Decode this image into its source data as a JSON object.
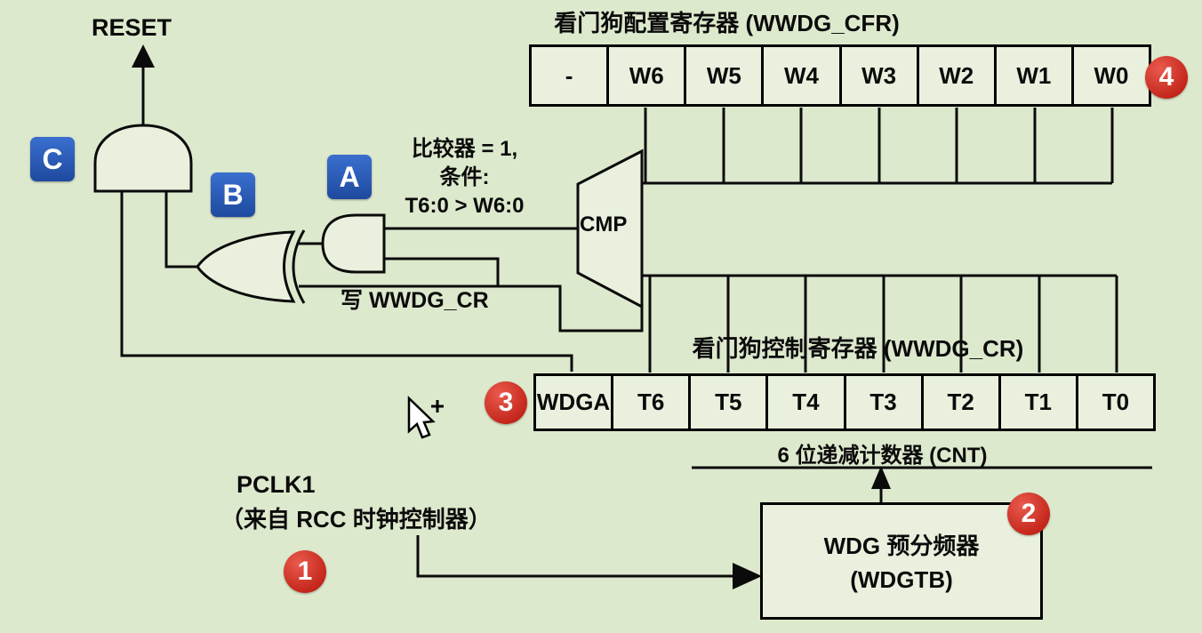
{
  "colors": {
    "background": "#dde9cd",
    "line": "#0b0b0b",
    "cell_fill": "#e9f1de",
    "blue_badge": "#2a57ae",
    "red_badge": "#c0190e",
    "badge_text": "#ffffff"
  },
  "reset_label": "RESET",
  "comparator_note": {
    "line1": "比较器 = 1,",
    "line2": "条件:",
    "line3": "T6:0 > W6:0"
  },
  "write_label": "写 WWDG_CR",
  "cmp_label": "CMP",
  "cfr": {
    "title": "看门狗配置寄存器 (WWDG_CFR)",
    "cells": [
      "-",
      "W6",
      "W5",
      "W4",
      "W3",
      "W2",
      "W1",
      "W0"
    ]
  },
  "cr": {
    "title": "看门狗控制寄存器 (WWDG_CR)",
    "cells": [
      "WDGA",
      "T6",
      "T5",
      "T4",
      "T3",
      "T2",
      "T1",
      "T0"
    ]
  },
  "cnt_label": "6 位递减计数器 (CNT)",
  "clock": {
    "name": "PCLK1",
    "source": "（来自 RCC 时钟控制器）"
  },
  "prescaler": {
    "line1": "WDG 预分频器",
    "line2": "(WDGTB)"
  },
  "badges": {
    "a": "A",
    "b": "B",
    "c": "C",
    "n1": "1",
    "n2": "2",
    "n3": "3",
    "n4": "4"
  }
}
